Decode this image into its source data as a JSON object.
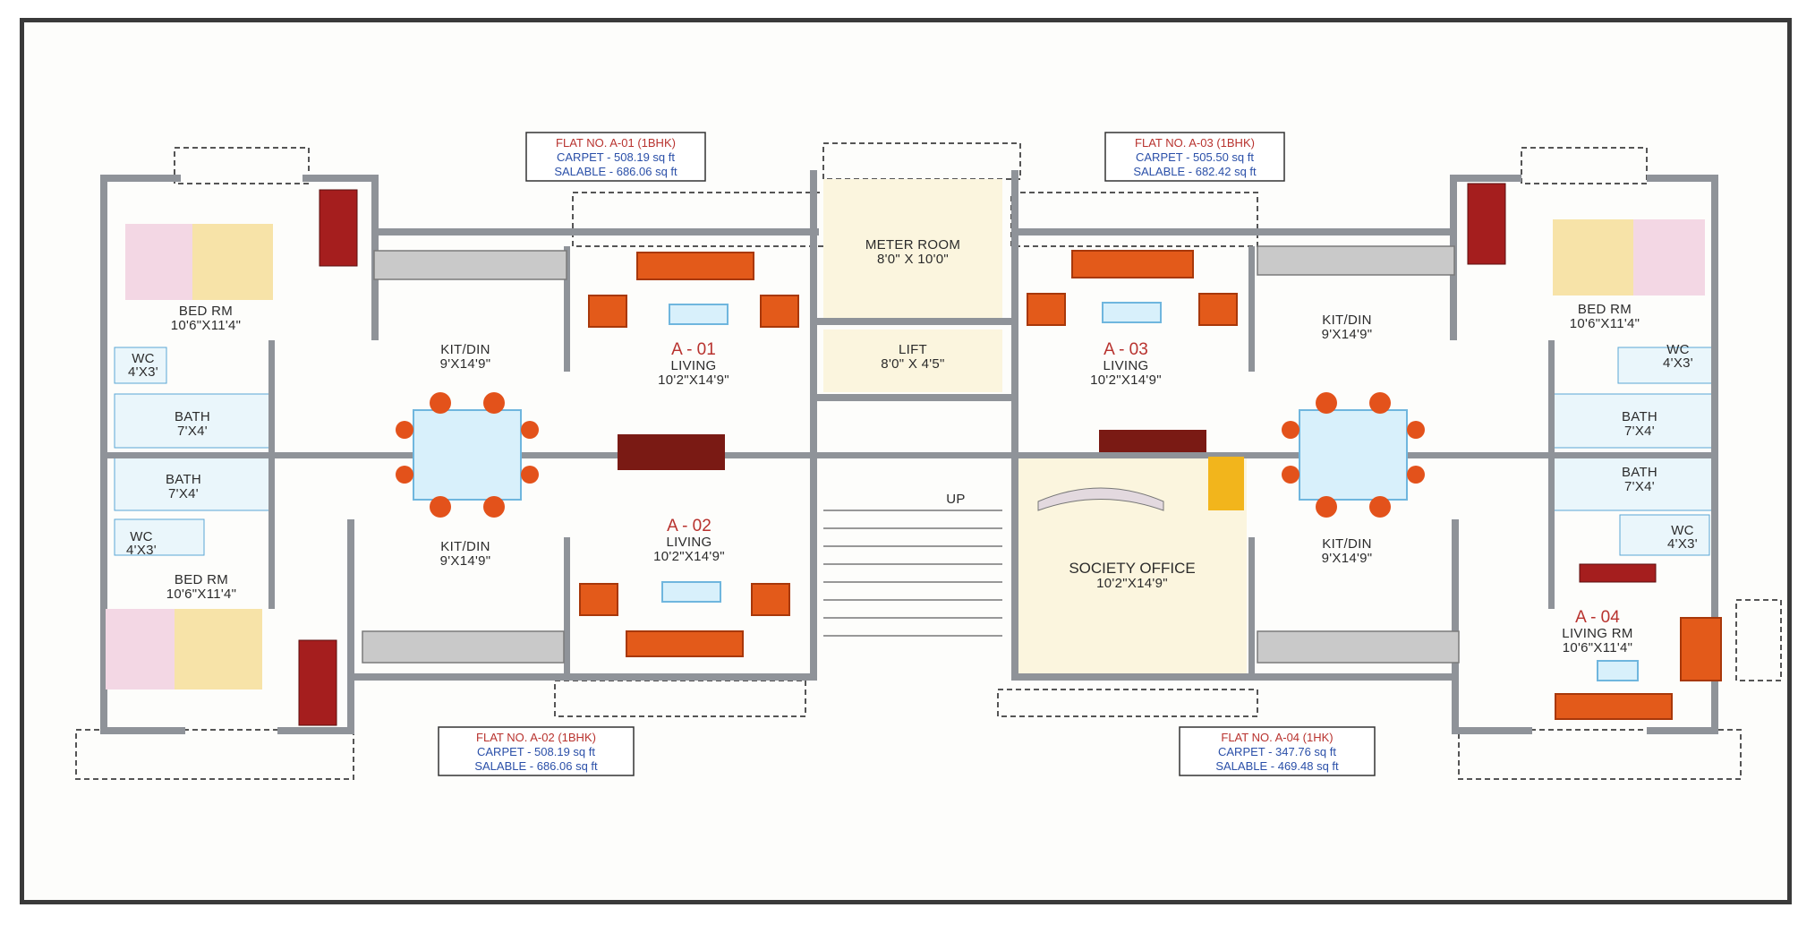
{
  "plan": {
    "flats": [
      {
        "no": "FLAT NO. A-01 (1BHK)",
        "carpet": "CARPET - 508.19 sq ft",
        "salable": "SALABLE - 686.06 sq ft"
      },
      {
        "no": "FLAT NO. A-02 (1BHK)",
        "carpet": "CARPET - 508.19 sq ft",
        "salable": "SALABLE - 686.06 sq ft"
      },
      {
        "no": "FLAT NO. A-03 (1BHK)",
        "carpet": "CARPET - 505.50 sq ft",
        "salable": "SALABLE - 682.42 sq ft"
      },
      {
        "no": "FLAT NO. A-04 (1HK)",
        "carpet": "CARPET - 347.76 sq ft",
        "salable": "SALABLE - 469.48 sq ft"
      }
    ],
    "rooms": {
      "bed_a01": {
        "name": "BED RM",
        "size": "10'6\"X11'4\""
      },
      "bed_a02": {
        "name": "BED RM",
        "size": "10'6\"X11'4\""
      },
      "bed_a03": {
        "name": "BED RM",
        "size": "10'6\"X11'4\""
      },
      "kit_a01": {
        "name": "KIT/DIN",
        "size": "9'X14'9\""
      },
      "kit_a02": {
        "name": "KIT/DIN",
        "size": "9'X14'9\""
      },
      "kit_a03": {
        "name": "KIT/DIN",
        "size": "9'X14'9\""
      },
      "kit_a04": {
        "name": "KIT/DIN",
        "size": "9'X14'9\""
      },
      "liv_a01": {
        "unit": "A - 01",
        "name": "LIVING",
        "size": "10'2\"X14'9\""
      },
      "liv_a02": {
        "unit": "A - 02",
        "name": "LIVING",
        "size": "10'2\"X14'9\""
      },
      "liv_a03": {
        "unit": "A - 03",
        "name": "LIVING",
        "size": "10'2\"X14'9\""
      },
      "liv_a04": {
        "unit": "A - 04",
        "name": "LIVING RM",
        "size": "10'6\"X11'4\""
      },
      "meter": {
        "name": "METER ROOM",
        "size": "8'0\" X 10'0\""
      },
      "lift": {
        "name": "LIFT",
        "size": "8'0\" X 4'5\""
      },
      "society": {
        "name": "SOCIETY OFFICE",
        "size": "10'2\"X14'9\""
      },
      "up": "UP",
      "bath": {
        "name": "BATH",
        "size": "7'X4'"
      },
      "wc": {
        "name": "WC",
        "size": "4'X3'"
      }
    },
    "colors": {
      "frame": "#3a3a3a",
      "unit_label": "#b8322e",
      "area_text": "#2a4fa8",
      "furniture": "#e35a1a",
      "wardrobe": "#a51e1e"
    }
  }
}
